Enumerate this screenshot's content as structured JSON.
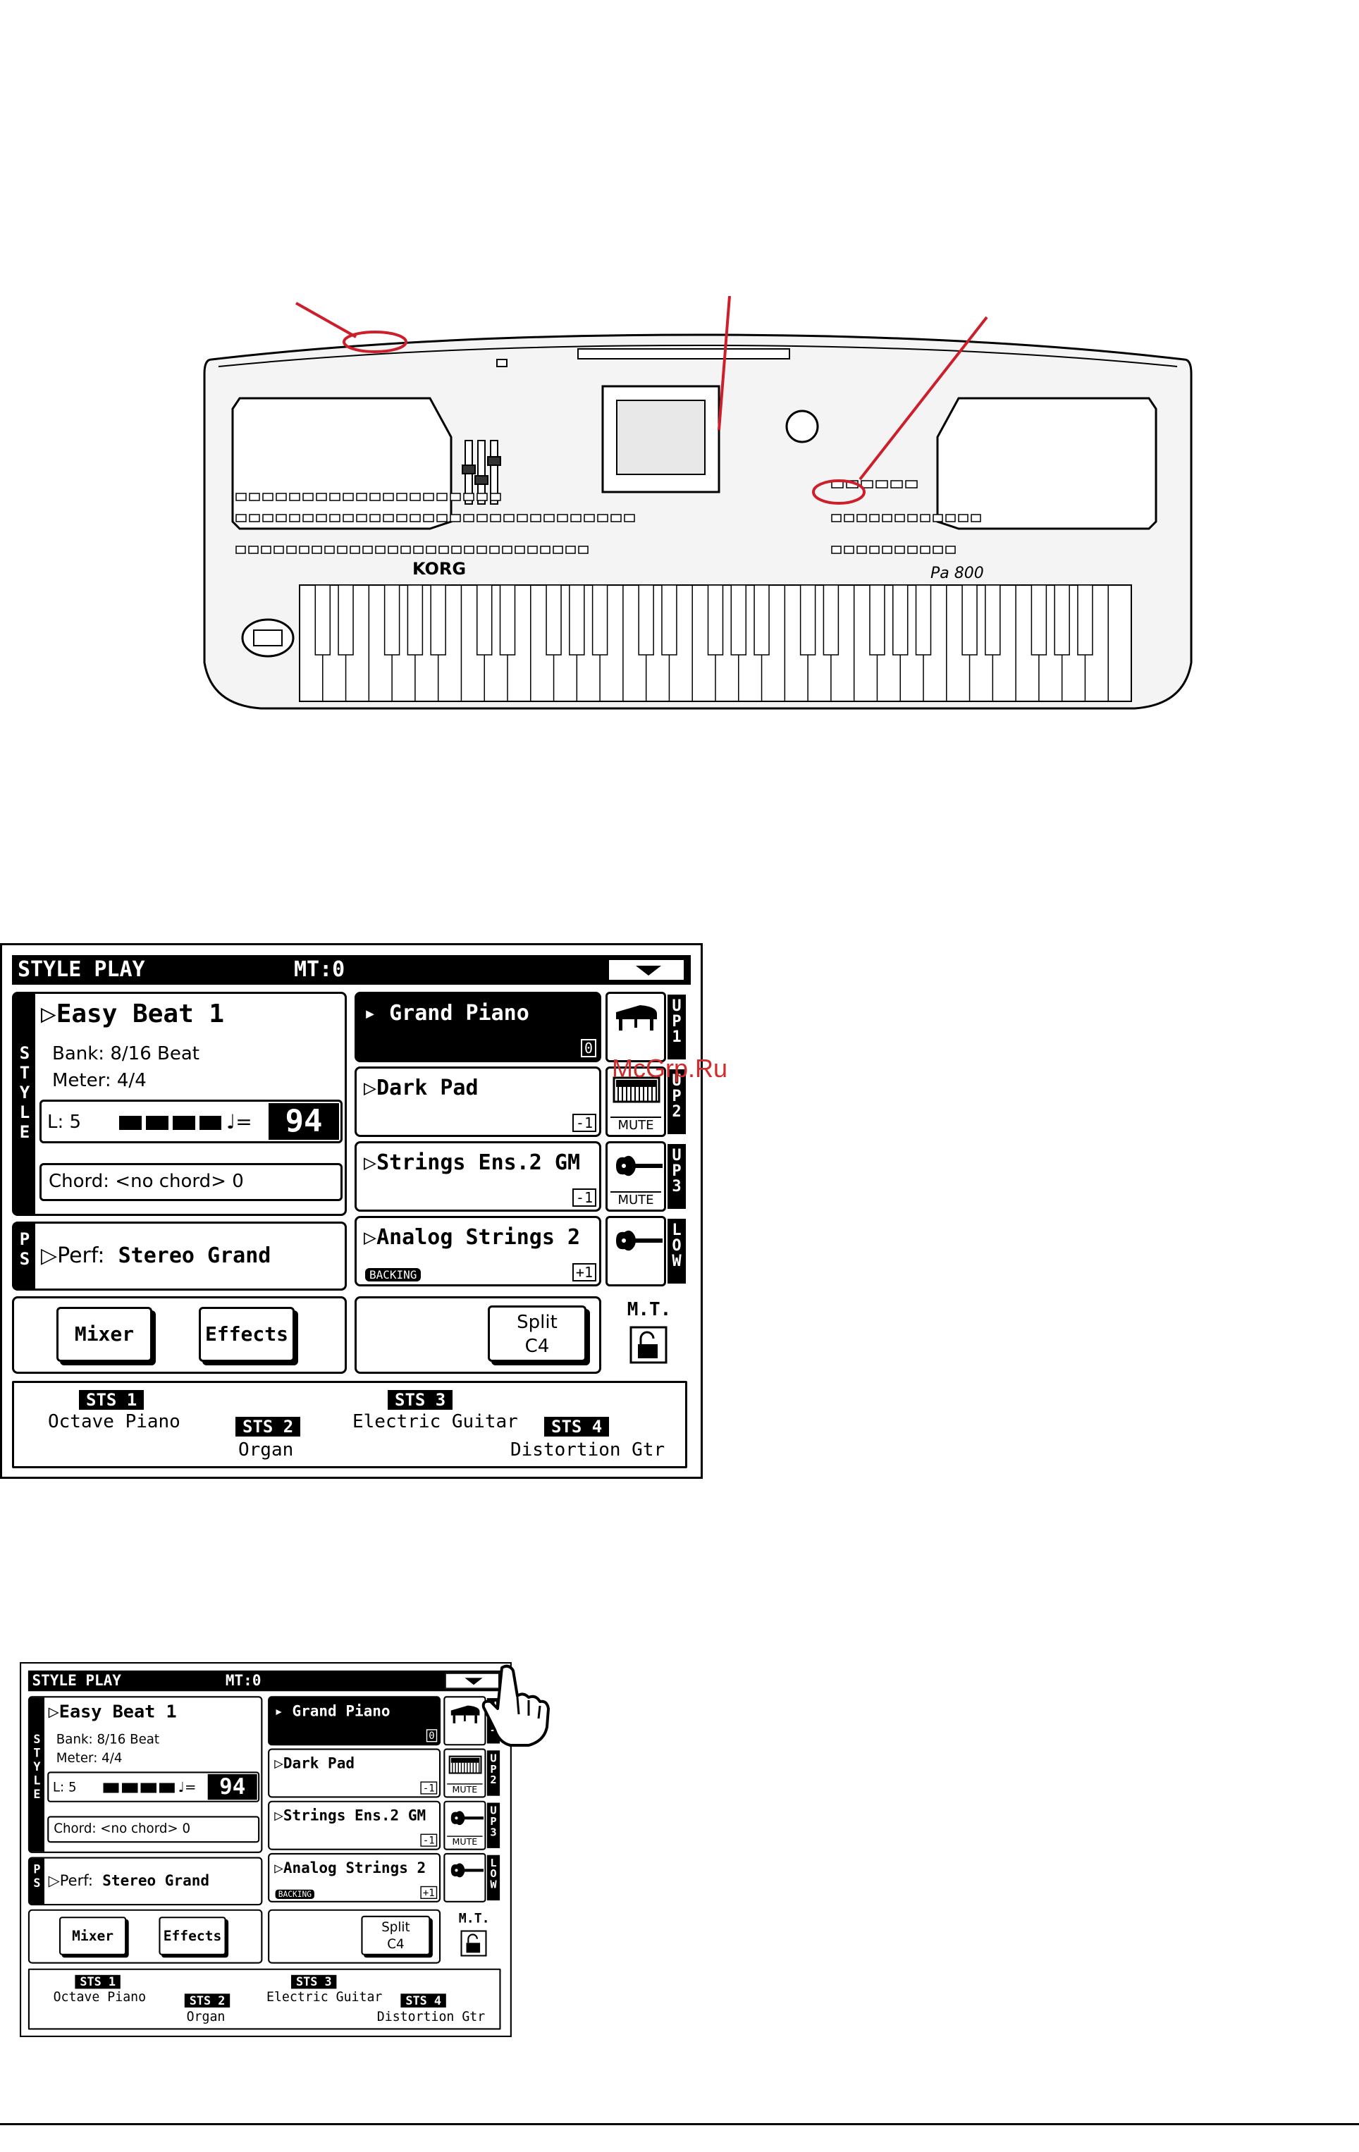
{
  "watermark": "McGrp.Ru",
  "colors": {
    "annotation": "#cc1f2b",
    "ink": "#000000",
    "paper": "#ffffff",
    "keyboard_body": "#f2f2f2"
  },
  "keyboard": {
    "brand": "KORG",
    "model": "Pa 800",
    "icons": [
      "speaker-grille-left-icon",
      "speaker-grille-right-icon",
      "lcd-display-icon",
      "dial-icon",
      "joystick-icon",
      "piano-keys-icon"
    ]
  },
  "screen": {
    "title": "STYLE PLAY",
    "mt_label": "MT:0",
    "menu_icon": "triangle-down-icon",
    "style": {
      "tab": "S\nT\nY\nL\nE",
      "name": "Easy Beat 1",
      "bank_label": "Bank:",
      "bank_value": "8/16 Beat",
      "meter_label": "Meter:",
      "meter_value": "4/4",
      "level": "L: 5",
      "tempo_symbol": "♩=",
      "tempo": "94",
      "chord": "Chord: <no chord> 0"
    },
    "performance": {
      "tab": "P\nS",
      "label": "Perf:",
      "name": "Stereo Grand"
    },
    "tracks": [
      {
        "name": "Grand Piano",
        "octave": "0",
        "tab": "U\nP\n1",
        "icon": "grand-piano-icon",
        "mute": "",
        "tag": ""
      },
      {
        "name": "Dark Pad",
        "octave": "-1",
        "tab": "U\nP\n2",
        "icon": "synth-keyboard-icon",
        "mute": "MUTE",
        "tag": ""
      },
      {
        "name": "Strings Ens.2 GM",
        "octave": "-1",
        "tab": "U\nP\n3",
        "icon": "violin-icon",
        "mute": "MUTE",
        "tag": ""
      },
      {
        "name": "Analog Strings 2",
        "octave": "+1",
        "tab": "L\nO\nW",
        "icon": "violin-icon",
        "mute": "",
        "tag": "BACKING"
      }
    ],
    "buttons": {
      "mixer": "Mixer",
      "effects": "Effects",
      "split_line1": "Split",
      "split_line2": "C4",
      "mt_short": "M.T.",
      "lock_icon": "padlock-icon"
    },
    "sts": [
      {
        "label": "STS 1",
        "name": "Octave Piano"
      },
      {
        "label": "STS 2",
        "name": "Organ"
      },
      {
        "label": "STS 3",
        "name": "Electric Guitar"
      },
      {
        "label": "STS 4",
        "name": "Distortion Gtr"
      }
    ]
  },
  "pointer_icon": "pointing-hand-icon"
}
